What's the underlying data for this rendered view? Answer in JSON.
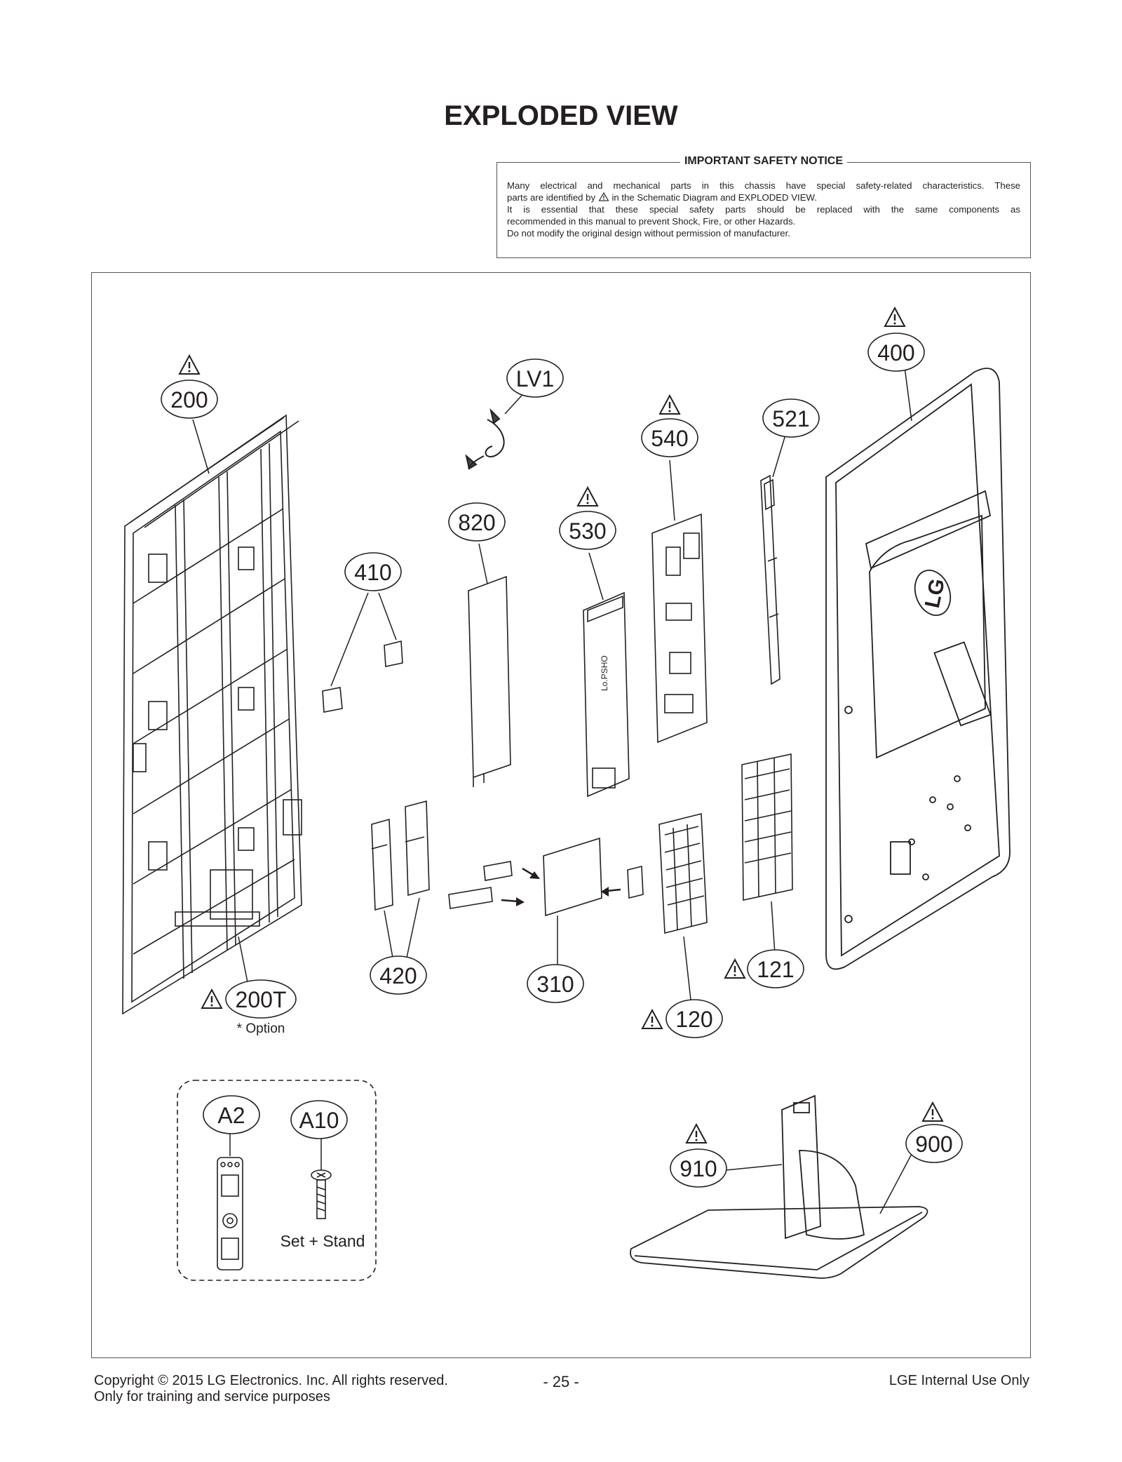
{
  "page": {
    "title": "EXPLODED VIEW",
    "page_number": "- 25 -"
  },
  "safety_notice": {
    "title": "IMPORTANT SAFETY NOTICE",
    "line1": "Many electrical and mechanical parts in this chassis have special safety-related characteristics. These",
    "line2_before": "parts are identified by",
    "line2_after": "in the Schematic Diagram and EXPLODED VIEW.",
    "line3": "It is essential that these special safety parts should be replaced with the same components as",
    "line4": "recommended in this manual to prevent Shock, Fire, or other Hazards.",
    "line5": "Do not modify the original design without permission of manufacturer."
  },
  "diagram": {
    "callouts": [
      {
        "id": "200",
        "label": "200",
        "warning": true
      },
      {
        "id": "lv1",
        "label": "LV1",
        "warning": false
      },
      {
        "id": "540",
        "label": "540",
        "warning": true
      },
      {
        "id": "521",
        "label": "521",
        "warning": false
      },
      {
        "id": "400",
        "label": "400",
        "warning": true
      },
      {
        "id": "820",
        "label": "820",
        "warning": false
      },
      {
        "id": "530",
        "label": "530",
        "warning": true
      },
      {
        "id": "410",
        "label": "410",
        "warning": false
      },
      {
        "id": "420",
        "label": "420",
        "warning": false
      },
      {
        "id": "310",
        "label": "310",
        "warning": false
      },
      {
        "id": "200t",
        "label": "200T",
        "warning": true
      },
      {
        "id": "121",
        "label": "121",
        "warning": true
      },
      {
        "id": "120",
        "label": "120",
        "warning": true
      },
      {
        "id": "a2",
        "label": "A2",
        "warning": false
      },
      {
        "id": "a10",
        "label": "A10",
        "warning": false
      },
      {
        "id": "910",
        "label": "910",
        "warning": true
      },
      {
        "id": "900",
        "label": "900",
        "warning": true
      }
    ],
    "option_note": "* Option",
    "accessory_note": "Set + Stand",
    "brand_mark": "LG"
  },
  "footer": {
    "copyright": "Copyright © 2015 LG Electronics. Inc. All rights reserved.",
    "training": "Only for training and service purposes",
    "internal": "LGE Internal Use Only"
  }
}
